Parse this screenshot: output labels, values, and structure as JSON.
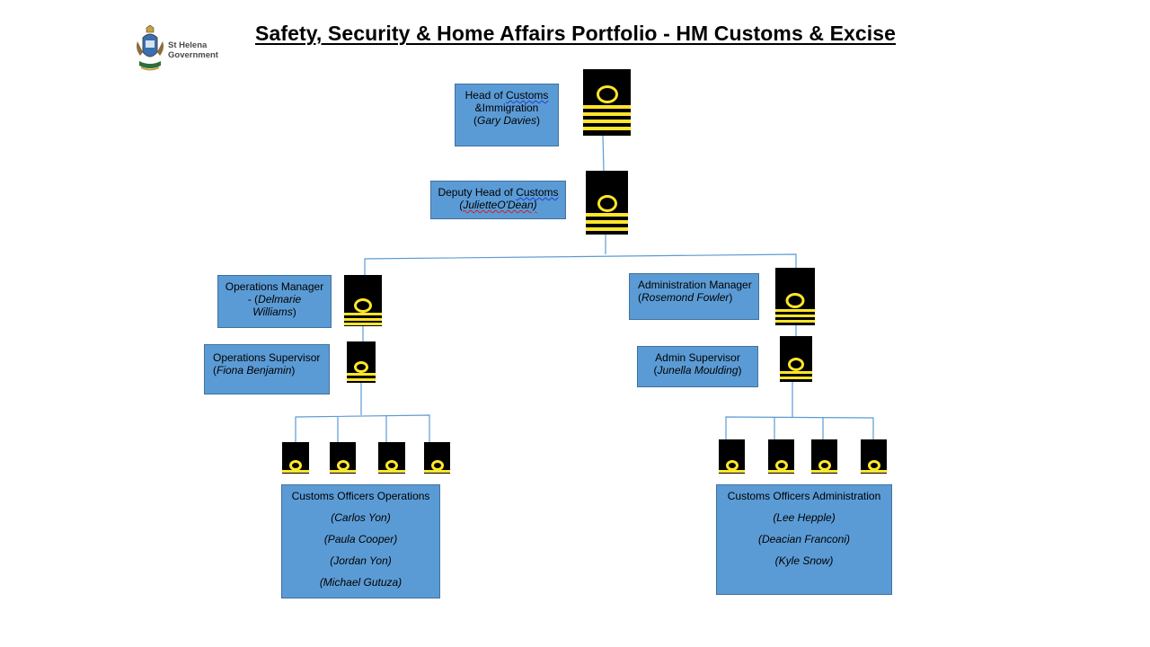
{
  "logo": {
    "line1": "St Helena",
    "line2": "Government"
  },
  "title": "Safety, Security & Home Affairs Portfolio - HM Customs & Excise",
  "head": {
    "role_prefix": "Head of ",
    "role_word": "Customs",
    "role_line2": " &Immigration",
    "name_open": "(",
    "name": "Gary Davies",
    "name_close": ")"
  },
  "deputy": {
    "role_prefix": "Deputy Head of ",
    "role_word": "Customs",
    "name": "(JulietteO'Dean)"
  },
  "ops_manager": {
    "role": "Operations Manager",
    "line2": "- (",
    "name_a": "Delmarie",
    "name_b": "Williams",
    "close": ")"
  },
  "admin_manager": {
    "role": "Administration Manager",
    "open": "(",
    "name": "Rosemond Fowler",
    "close": ")"
  },
  "ops_supervisor": {
    "role": "Operations Supervisor",
    "open": "(",
    "name": "Fiona Benjamin",
    "close": ")"
  },
  "admin_supervisor": {
    "role": "Admin Supervisor",
    "open": "(",
    "name": "Junella Moulding",
    "close": ")"
  },
  "ops_officers": {
    "title": "Customs Officers Operations",
    "names": [
      "(Carlos Yon)",
      "(Paula Cooper)",
      "(Jordan Yon)",
      "(Michael Gutuza)"
    ]
  },
  "admin_officers": {
    "title": "Customs Officers Administration",
    "names": [
      "(Lee Hepple)",
      "(Deacian Franconi)",
      "(Kyle Snow)"
    ]
  },
  "colors": {
    "box_fill": "#5b9bd5",
    "box_border": "#41719c",
    "epaulette": "#000000",
    "braid": "#ffe62b",
    "connector": "#5b9bd5"
  }
}
